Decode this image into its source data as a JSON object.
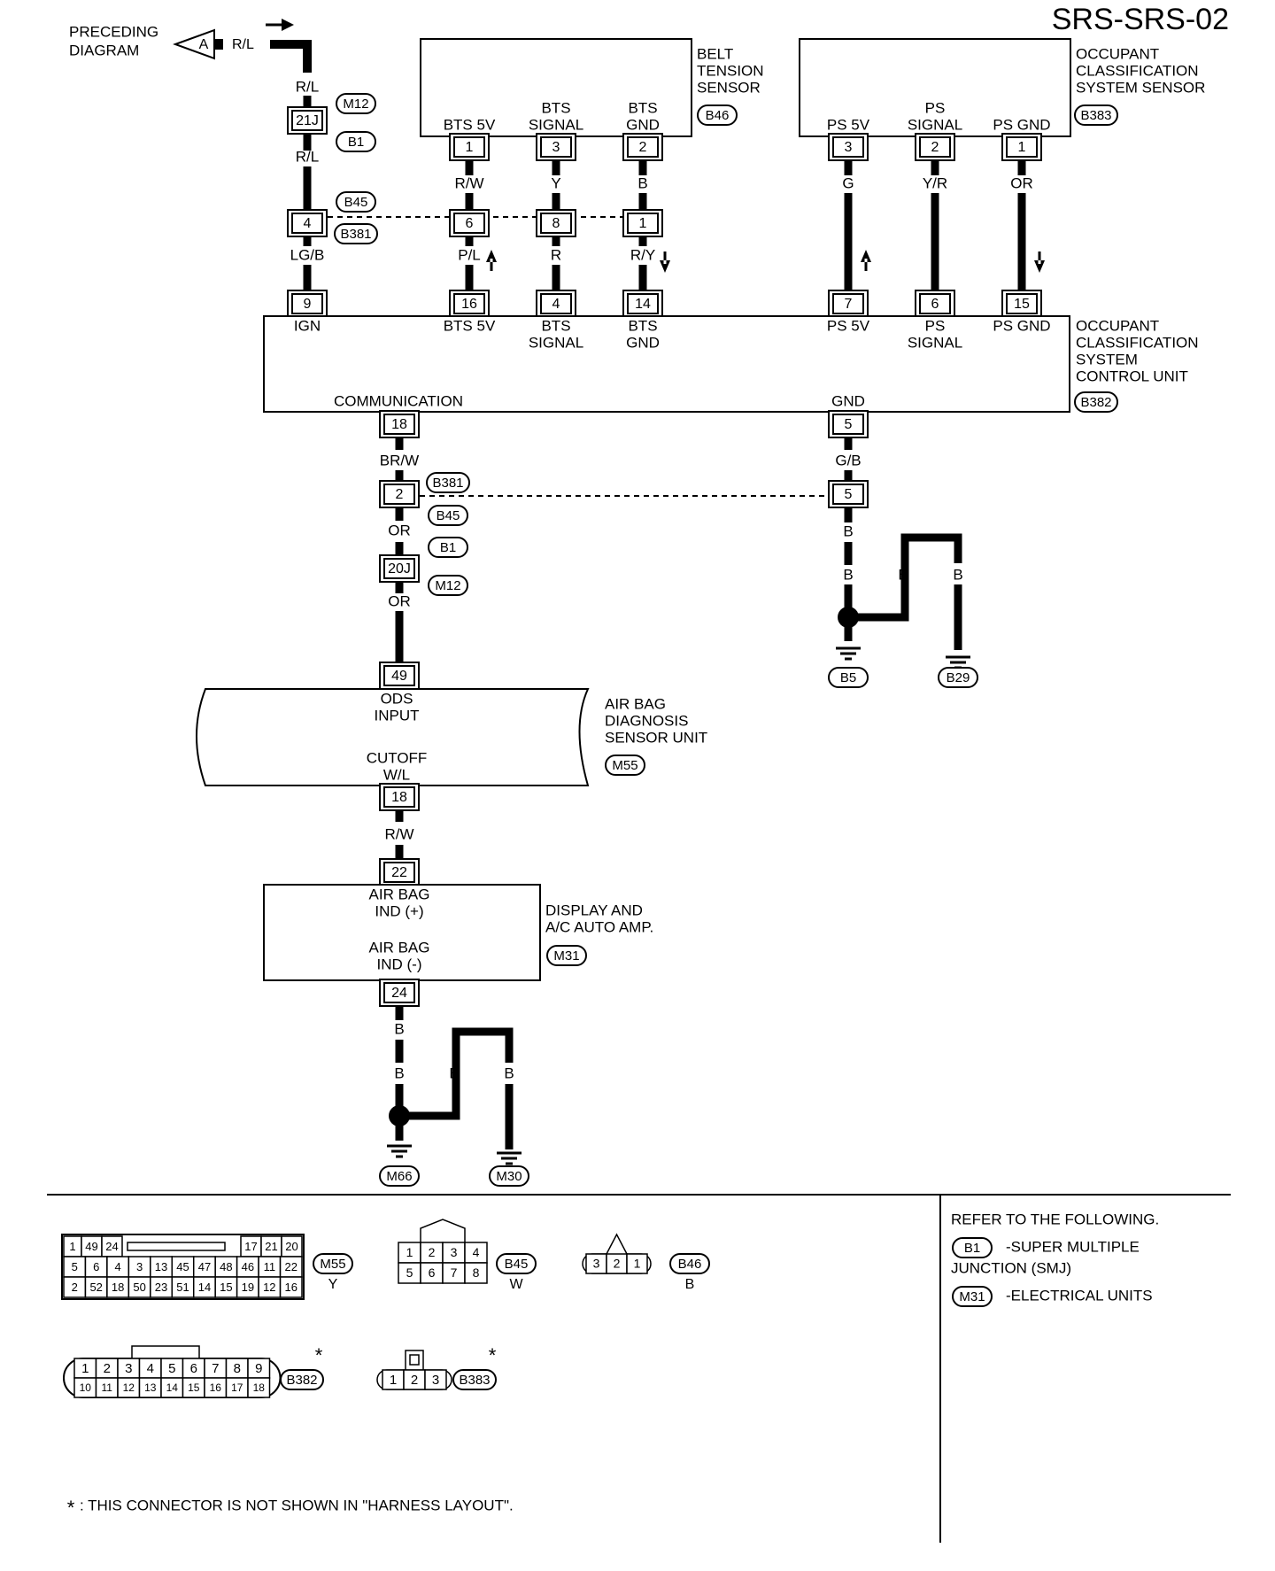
{
  "page_code": "SRS-SRS-02",
  "preceding": {
    "line1": "PRECEDING",
    "line2": "DIAGRAM",
    "tag": "A",
    "wire": "R/L"
  },
  "junction_top": {
    "wire_in": "R/L",
    "terminal": "21J",
    "conn_a": "M12",
    "conn_b": "B1",
    "wire_out": "R/L"
  },
  "joint_top": {
    "terminals": [
      "4",
      "6",
      "8",
      "1"
    ],
    "conn_a": "B45",
    "conn_b": "B381"
  },
  "bts_sensor": {
    "name_lines": [
      "BELT",
      "TENSION",
      "SENSOR"
    ],
    "connector": "B46",
    "pins": [
      {
        "label_lines": [
          "BTS 5V"
        ],
        "terminal": "1",
        "wire_top": "R/W",
        "wire_bottom": "P/L",
        "arrow": "up"
      },
      {
        "label_lines": [
          "BTS",
          "SIGNAL"
        ],
        "terminal": "3",
        "wire_top": "Y",
        "wire_bottom": "R",
        "arrow": ""
      },
      {
        "label_lines": [
          "BTS",
          "GND"
        ],
        "terminal": "2",
        "wire_top": "B",
        "wire_bottom": "R/Y",
        "arrow": "down"
      }
    ]
  },
  "ocs_sensor": {
    "name_lines": [
      "OCCUPANT",
      "CLASSIFICATION",
      "SYSTEM SENSOR"
    ],
    "connector": "B383",
    "pins": [
      {
        "label_lines": [
          "PS 5V"
        ],
        "terminal": "3",
        "wire": "G",
        "arrow": "up"
      },
      {
        "label_lines": [
          "PS",
          "SIGNAL"
        ],
        "terminal": "2",
        "wire": "Y/R",
        "arrow": ""
      },
      {
        "label_lines": [
          "PS GND"
        ],
        "terminal": "1",
        "wire": "OR",
        "arrow": "down"
      }
    ]
  },
  "ign_wire": "LG/B",
  "ocs_unit": {
    "name_lines": [
      "OCCUPANT",
      "CLASSIFICATION",
      "SYSTEM",
      "CONTROL UNIT"
    ],
    "connector": "B382",
    "top_pins": [
      {
        "terminal": "9",
        "label_lines": [
          "IGN"
        ]
      },
      {
        "terminal": "16",
        "label_lines": [
          "BTS 5V"
        ]
      },
      {
        "terminal": "4",
        "label_lines": [
          "BTS",
          "SIGNAL"
        ]
      },
      {
        "terminal": "14",
        "label_lines": [
          "BTS",
          "GND"
        ]
      },
      {
        "terminal": "7",
        "label_lines": [
          "PS 5V"
        ]
      },
      {
        "terminal": "6",
        "label_lines": [
          "PS",
          "SIGNAL"
        ]
      },
      {
        "terminal": "15",
        "label_lines": [
          "PS GND"
        ]
      }
    ],
    "bottom_pins": [
      {
        "label": "COMMUNICATION",
        "terminal": "18"
      },
      {
        "label": "GND",
        "terminal": "5"
      }
    ]
  },
  "comm_line": {
    "wire1": "BR/W",
    "joint_terminal": "2",
    "joint_conn_a": "B381",
    "joint_conn_b": "B45",
    "wire2": "OR",
    "junction_conn_a": "B1",
    "junction_terminal": "20J",
    "junction_conn_b": "M12",
    "wire3": "OR",
    "unit_terminal": "49"
  },
  "gnd_line": {
    "wire1": "G/B",
    "joint_terminal": "5",
    "wire2": "B",
    "wire3": "B",
    "wire4": "B",
    "wire5": "B",
    "ground_a": "B5",
    "ground_b": "B29"
  },
  "airbag_unit": {
    "name_lines": [
      "AIR BAG",
      "DIAGNOSIS",
      "SENSOR UNIT"
    ],
    "connector": "M55",
    "input_lines": [
      "ODS",
      "INPUT"
    ],
    "output_lines": [
      "CUTOFF",
      "W/L"
    ],
    "out_terminal": "18"
  },
  "wire_rw": "R/W",
  "display_amp": {
    "name_lines": [
      "DISPLAY AND",
      "A/C AUTO AMP."
    ],
    "connector": "M31",
    "in_terminal": "22",
    "in_lines": [
      "AIR BAG",
      "IND (+)"
    ],
    "out_lines": [
      "AIR BAG",
      "IND (-)"
    ],
    "out_terminal": "24"
  },
  "bottom_ground": {
    "wire1": "B",
    "wire2": "B",
    "wire3": "B",
    "wire4": "B",
    "ground_a": "M66",
    "ground_b": "M30"
  },
  "connector_views": {
    "m55": {
      "id": "M55",
      "color": "Y",
      "row1a": [
        "1",
        "49",
        "24"
      ],
      "row1b": [
        "17",
        "21",
        "20"
      ],
      "row2": [
        "5",
        "6",
        "4",
        "3",
        "13",
        "45",
        "47",
        "48",
        "46",
        "11",
        "22"
      ],
      "row3": [
        "2",
        "52",
        "18",
        "50",
        "23",
        "51",
        "14",
        "15",
        "19",
        "12",
        "16"
      ]
    },
    "b45": {
      "id": "B45",
      "color": "W",
      "row1": [
        "1",
        "2",
        "3",
        "4"
      ],
      "row2": [
        "5",
        "6",
        "7",
        "8"
      ]
    },
    "b46": {
      "id": "B46",
      "color": "B",
      "pins": [
        "3",
        "2",
        "1"
      ]
    },
    "b382": {
      "id": "B382",
      "row1": [
        "1",
        "2",
        "3",
        "4",
        "5",
        "6",
        "7",
        "8",
        "9"
      ],
      "row2": [
        "10",
        "11",
        "12",
        "13",
        "14",
        "15",
        "16",
        "17",
        "18"
      ]
    },
    "b383": {
      "id": "B383",
      "pins": [
        "1",
        "2",
        "3"
      ]
    },
    "asterisk": "*"
  },
  "refer": {
    "heading": "REFER TO THE FOLLOWING.",
    "items": [
      {
        "id": "B1",
        "text_lines": [
          "-SUPER MULTIPLE",
          "JUNCTION (SMJ)"
        ]
      },
      {
        "id": "M31",
        "text_lines": [
          "-ELECTRICAL UNITS"
        ]
      }
    ]
  },
  "footnote": {
    "mark": "*",
    "text": ": THIS CONNECTOR IS NOT SHOWN IN \"HARNESS LAYOUT\"."
  }
}
